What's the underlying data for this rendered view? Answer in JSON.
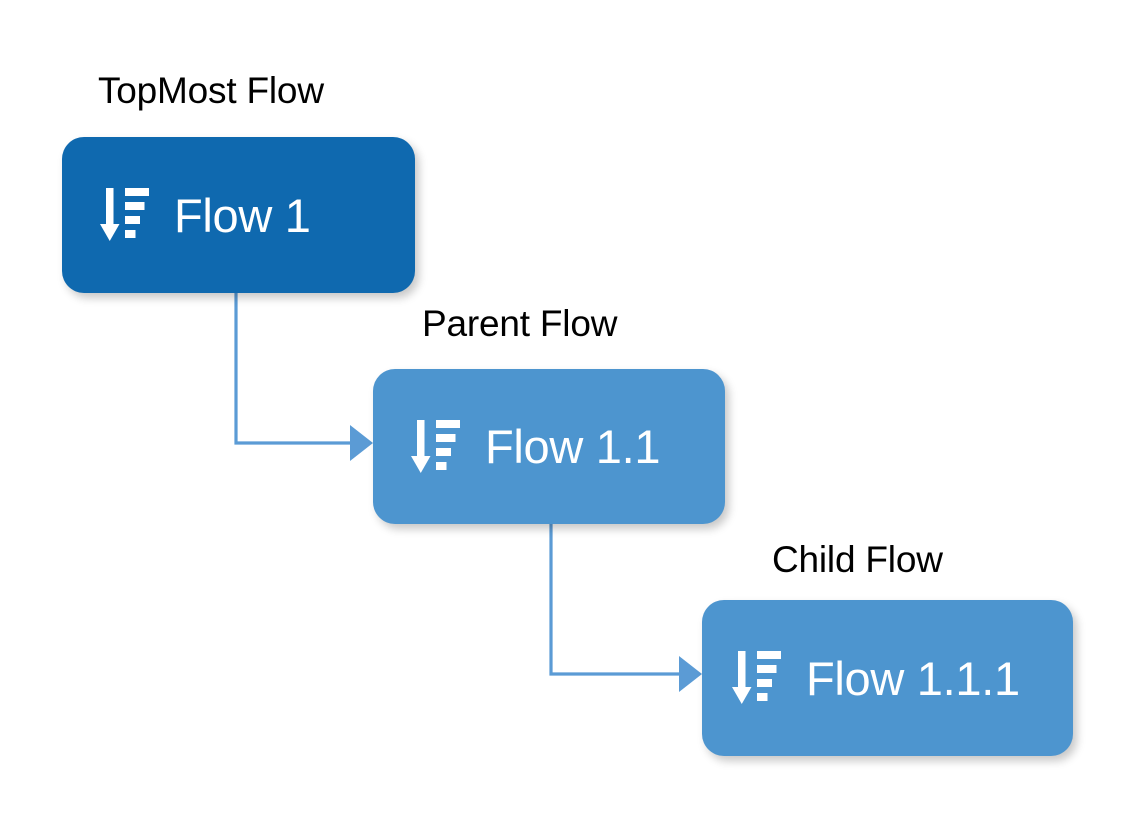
{
  "diagram": {
    "type": "flow-hierarchy",
    "background_color": "#ffffff",
    "title": "",
    "nodes": [
      {
        "id": "flow-1",
        "caption": "TopMost Flow",
        "label": "Flow 1",
        "icon": "flow-sort-descending-icon",
        "fill_color": "#0F69AF",
        "text_color": "#ffffff",
        "level": 0
      },
      {
        "id": "flow-1-1",
        "caption": "Parent Flow",
        "label": "Flow 1.1",
        "icon": "flow-sort-descending-icon",
        "fill_color": "#4D95CF",
        "text_color": "#ffffff",
        "level": 1
      },
      {
        "id": "flow-1-1-1",
        "caption": "Child Flow",
        "label": "Flow 1.1.1",
        "icon": "flow-sort-descending-icon",
        "fill_color": "#4D95CF",
        "text_color": "#ffffff",
        "level": 2
      }
    ],
    "connectors": [
      {
        "id": "conn-1",
        "from": "flow-1",
        "to": "flow-1-1",
        "style": "elbow",
        "arrow": "right",
        "color": "#5B9BD5"
      },
      {
        "id": "conn-2",
        "from": "flow-1-1",
        "to": "flow-1-1-1",
        "style": "elbow",
        "arrow": "right",
        "color": "#5B9BD5"
      }
    ],
    "colors": {
      "topmost_fill": "#0F69AF",
      "child_fill": "#4D95CF",
      "connector": "#5B9BD5",
      "caption_text": "#000000",
      "node_text": "#ffffff"
    }
  }
}
